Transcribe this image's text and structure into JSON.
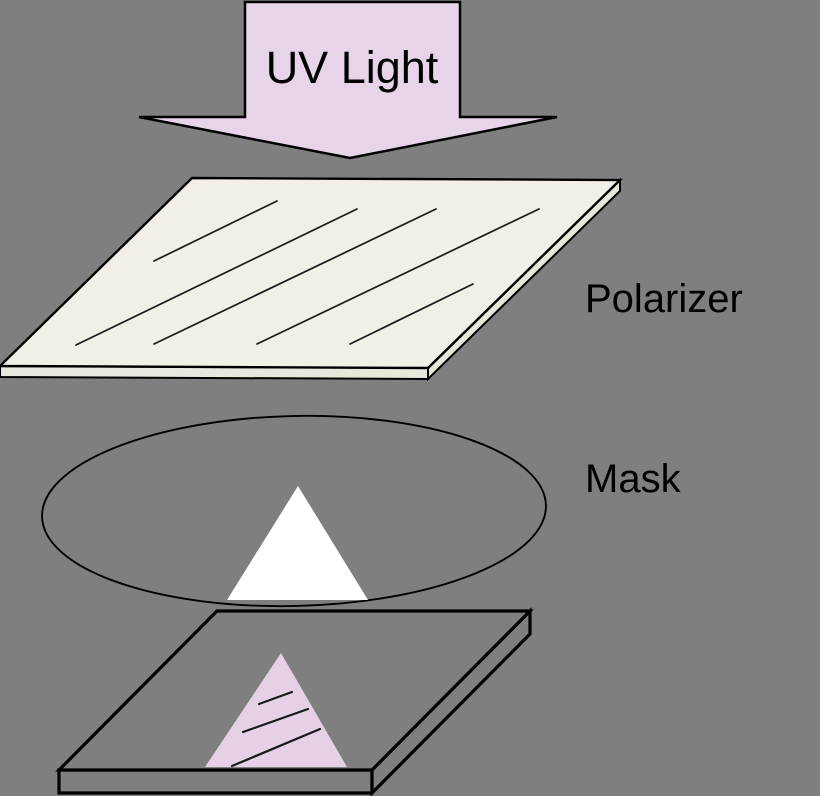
{
  "labels": {
    "uv_light": "UV Light",
    "polarizer": "Polarizer",
    "mask": "Mask"
  },
  "colors": {
    "background": "#7f7f7f",
    "uv_arrow_fill": "#e7d4e9",
    "polarizer_top_fill": "#f2efe6",
    "polarizer_edge_fill": "#e9e6db",
    "mask_aperture_fill": "#ffffff",
    "substrate_fill": "#7f7f7f",
    "exposed_triangle_fill": "#e6d0e5",
    "outline": "#000000",
    "text": "#000000"
  },
  "components": {
    "uv_arrow": "downward block arrow",
    "polarizer": "tilted plate with diagonal polarization lines",
    "mask": "ellipse with triangular aperture",
    "substrate": "tilted plate with exposed aligned triangle"
  }
}
